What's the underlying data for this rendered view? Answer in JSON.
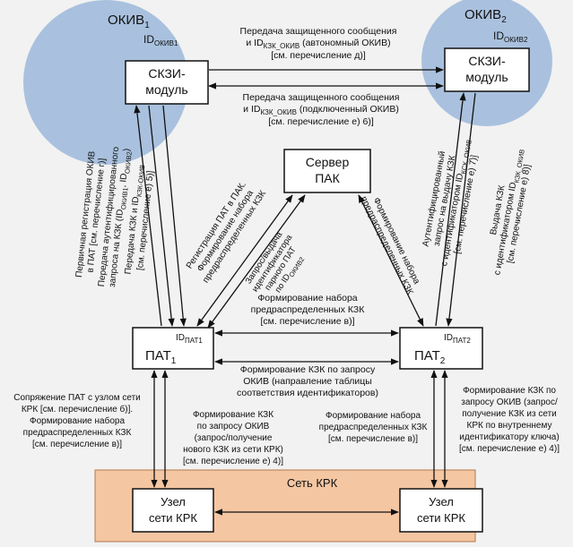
{
  "colors": {
    "background": "#f2f2f2",
    "okiv_circle": "#a9c1de",
    "krk_network": "#f4c6a2",
    "box_fill": "#ffffff",
    "line": "#111111"
  },
  "okiv1": {
    "title": "ОКИВ",
    "title_sub": "1",
    "id_label": "ID",
    "id_sub": "ОКИВ1",
    "module": [
      "СКЗИ-",
      "модуль"
    ]
  },
  "okiv2": {
    "title": "ОКИВ",
    "title_sub": "2",
    "id_label": "ID",
    "id_sub": "ОКИВ2",
    "module": [
      "СКЗИ-",
      "модуль"
    ]
  },
  "server": [
    "Сервер",
    "ПАК"
  ],
  "pat1": {
    "title": "ПАТ",
    "title_sub": "1",
    "id_label": "ID",
    "id_sub": "ПАТ1"
  },
  "pat2": {
    "title": "ПАТ",
    "title_sub": "2",
    "id_label": "ID",
    "id_sub": "ПАТ2"
  },
  "network": {
    "title": "Сеть КРК",
    "node1": [
      "Узел",
      "сети КРК"
    ],
    "node2": [
      "Узел",
      "сети КРК"
    ]
  },
  "edges": {
    "autonomous": [
      "Передача защищенного сообщения",
      "и ID",
      "КЗК_ОКИВ",
      " (автономный ОКИВ)",
      "[см. перечисление д)]"
    ],
    "connected": [
      "Передача защищенного сообщения",
      "и ID",
      "КЗК_ОКИВ",
      " (подключенный ОКИВ)",
      "[см. перечисление е) 6)]"
    ],
    "left_rot": {
      "a1": "Передача КЗК и ID",
      "a1_sub": "КЗК-ОКИВ",
      "a2": "[см. перечисление е) 5)]",
      "b1": "Передача аутентифицированного",
      "b2": "запроса на КЗК (ID",
      "b2_sub1": "ОКИВ1",
      "b2_mid": ", ID",
      "b2_sub2": "ОКИВ2",
      "b2_end": ")",
      "c1": "Первичная регистрация ОКИВ",
      "c2": "в ПАТ [см. перечисление г)]"
    },
    "server_left": [
      "Регистрация ПАТ в ПАК.",
      "Формирование набора",
      "предраспределенных КЗК"
    ],
    "server_left2": [
      "Запрос/выдача",
      "идентификатора",
      "парного ПАТ",
      "по ID",
      "ОКИВ2"
    ],
    "server_right": [
      "Формирование набора",
      "предраспределенных КЗК"
    ],
    "right_rot": {
      "a1": "Аутентифицированный",
      "a2": "запрос на выдачу КЗК",
      "a3": "с идентификатором ID",
      "a3_sub": "КСК_ОКИВ",
      "a4": "[см. перечисление е) 7)]",
      "b1": "Выдача КЗК",
      "b2": "с идентификатором ID",
      "b2_sub": "КЗК_ОКИВ",
      "b3": "[см. перечисление е) 8)]"
    },
    "pat_top": [
      "Формирование набора",
      "предраспределенных КЗК",
      "[см. перечисление в)]"
    ],
    "pat_bottom": [
      "Формирование КЗК по запросу",
      "ОКИВ (направление таблицы",
      "соответствия идентификаторов)"
    ],
    "bottom_left": [
      "Сопряжение ПАТ с узлом сети",
      "КРК [см. перечисление б)].",
      "Формирование набора",
      "предраспределенных КЗК",
      "[см. перечисление в)]"
    ],
    "bottom_mid1": [
      "Формирование КЗК",
      "по запросу ОКИВ",
      "(запрос/получение",
      "нового КЗК из сети КРК)",
      "[см. перечисление е) 4)]"
    ],
    "bottom_mid2": [
      "Формирование набора",
      "предраспределенных КЗК",
      "[см. перечисление в)]"
    ],
    "bottom_right": [
      "Формирование КЗК по",
      "запросу ОКИВ (запрос/",
      "получение КЗК из сети",
      "КРК по внутреннему",
      "идентификатору ключа)",
      "[см. перечисление е) 4)]"
    ]
  }
}
